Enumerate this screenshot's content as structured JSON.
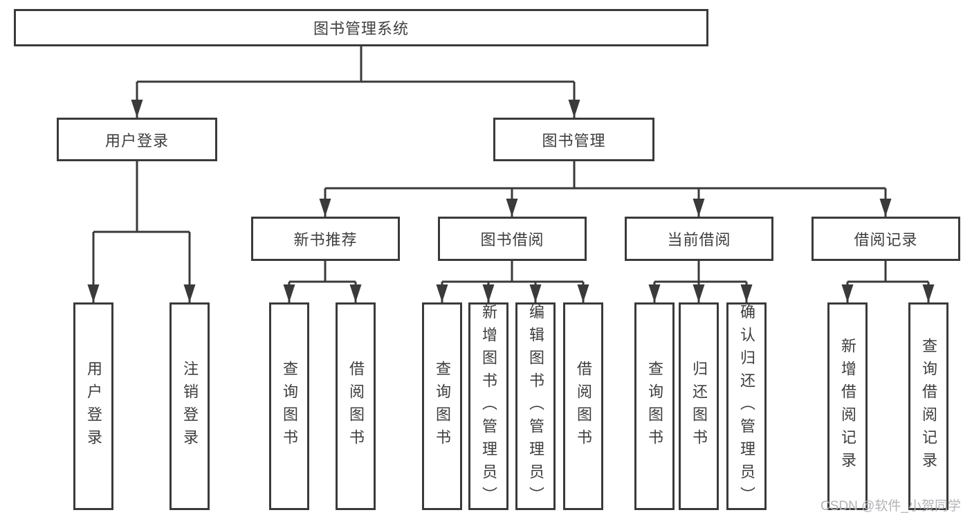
{
  "diagram": {
    "root": {
      "label": "图书管理系统"
    },
    "level2": [
      {
        "label": "用户登录"
      },
      {
        "label": "图书管理"
      }
    ],
    "level3": [
      {
        "label": "新书推荐"
      },
      {
        "label": "图书借阅"
      },
      {
        "label": "当前借阅"
      },
      {
        "label": "借阅记录"
      }
    ],
    "leaves": {
      "user_login": [
        {
          "label": "用户登录"
        },
        {
          "label": "注销登录"
        }
      ],
      "new_book_recommend": [
        {
          "label": "查询图书"
        },
        {
          "label": "借阅图书"
        }
      ],
      "book_borrowing": [
        {
          "label": "查询图书"
        },
        {
          "label": "新增图书（管理员）"
        },
        {
          "label": "编辑图书（管理员）"
        },
        {
          "label": "借阅图书"
        }
      ],
      "current_borrowing": [
        {
          "label": "查询图书"
        },
        {
          "label": "归还图书"
        },
        {
          "label": "确认归还（管理员）"
        }
      ],
      "borrowing_records": [
        {
          "label": "新增借阅记录"
        },
        {
          "label": "查询借阅记录"
        }
      ]
    }
  },
  "watermark": "CSDN @软件_小贺同学",
  "colors": {
    "line": "#3a3a3a",
    "text": "#3d3d3d",
    "watermark": "#b3b3b8",
    "background": "#ffffff"
  }
}
